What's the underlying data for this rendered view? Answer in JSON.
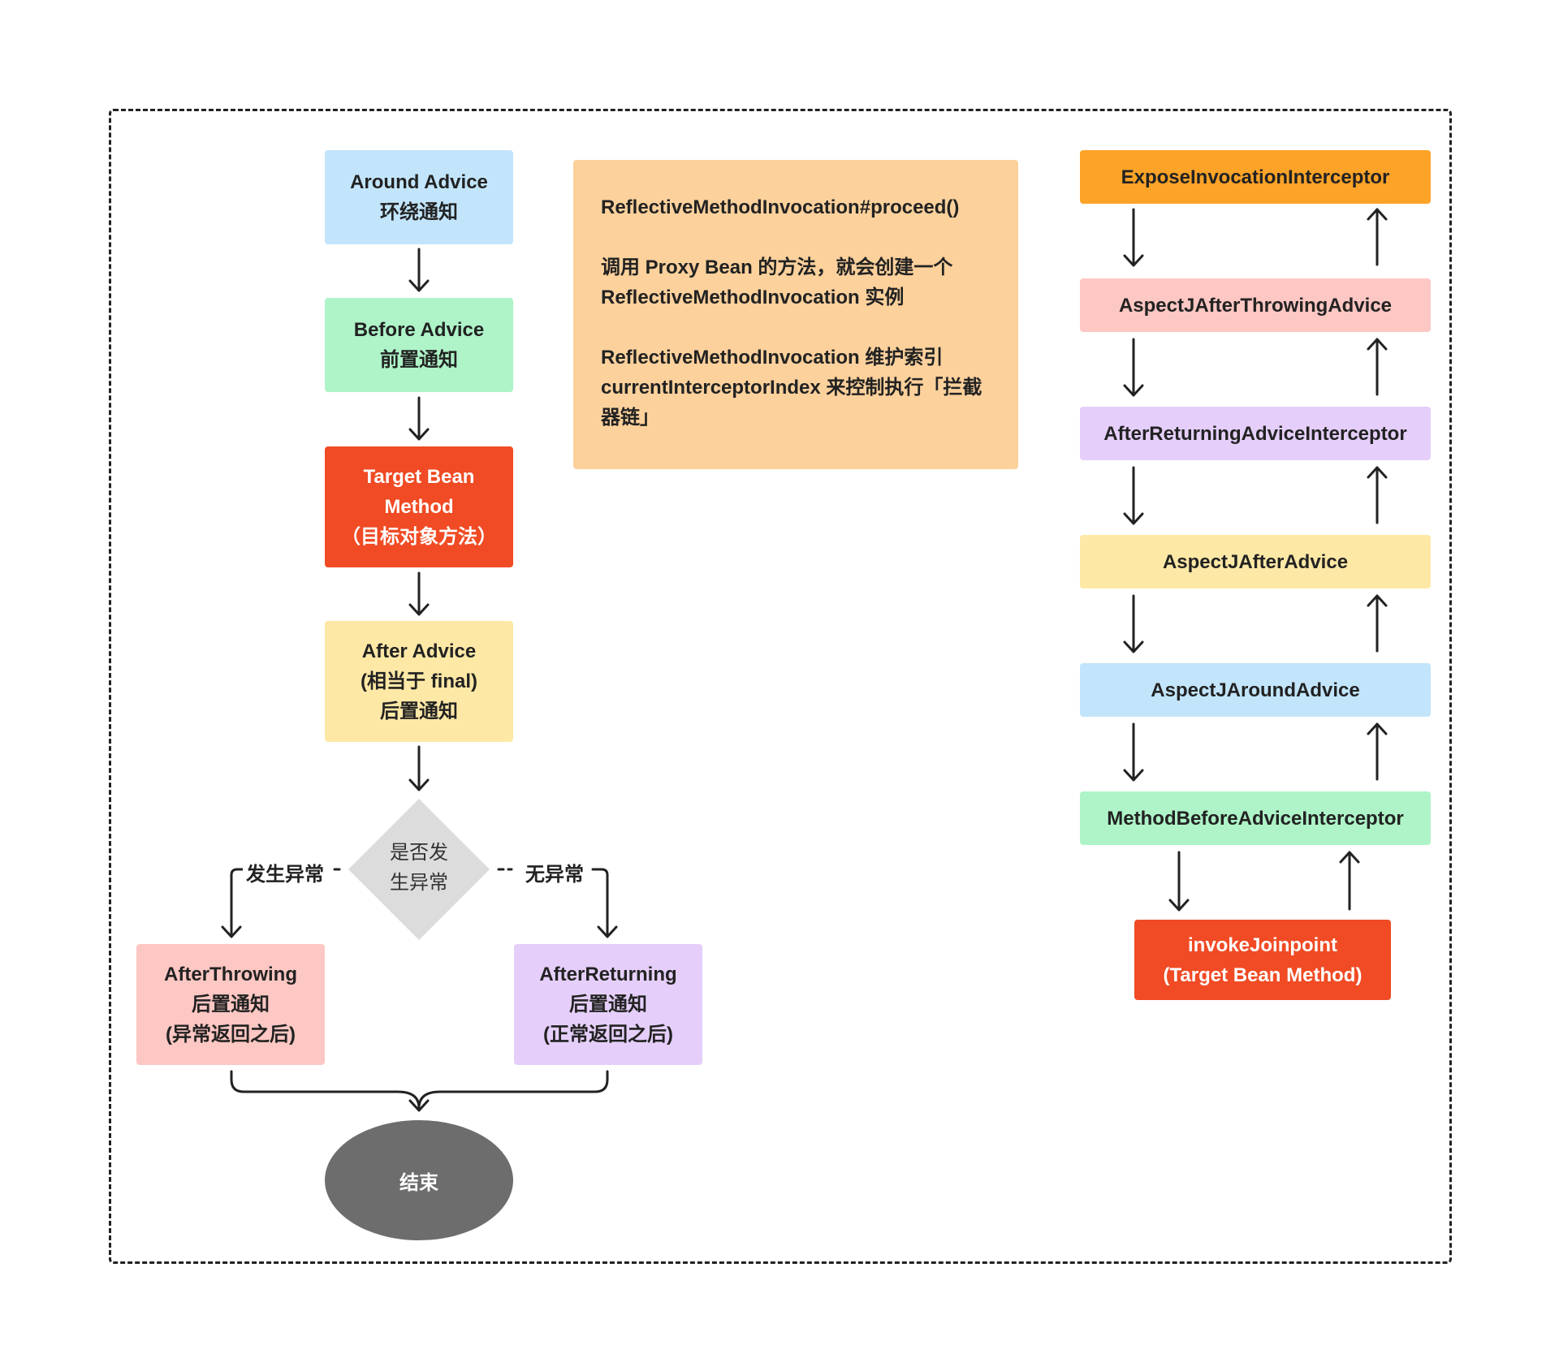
{
  "flow": {
    "around": [
      "Around Advice",
      "环绕通知"
    ],
    "before": [
      "Before Advice",
      "前置通知"
    ],
    "target": [
      "Target Bean",
      "Method",
      "（目标对象方法）"
    ],
    "after": [
      "After Advice",
      "(相当于 final)",
      "后置通知"
    ],
    "decision": [
      "是否发",
      "生异常"
    ],
    "label_exception": "发生异常",
    "label_no_exception": "无异常",
    "after_throwing": [
      "AfterThrowing",
      "后置通知",
      "(异常返回之后)"
    ],
    "after_returning": [
      "AfterReturning",
      "后置通知",
      "(正常返回之后)"
    ],
    "end": "结束"
  },
  "note": {
    "line1": "ReflectiveMethodInvocation#proceed()",
    "line2": "调用 Proxy Bean 的方法，就会创建一个 ReflectiveMethodInvocation 实例",
    "line3": "ReflectiveMethodInvocation 维护索引 currentInterceptorIndex 来控制执行「拦截器链」"
  },
  "chain": {
    "items": [
      "ExposeInvocationInterceptor",
      "AspectJAfterThrowingAdvice",
      "AfterReturningAdviceInterceptor",
      "AspectJAfterAdvice",
      "AspectJAroundAdvice",
      "MethodBeforeAdviceInterceptor"
    ],
    "joinpoint": [
      "invokeJoinpoint",
      "(Target Bean Method)"
    ]
  },
  "colors": {
    "blue": "#c2e5fc",
    "green": "#aef4c8",
    "red": "#f04b24",
    "yellow": "#fee8a6",
    "pink": "#fdc7c3",
    "purple": "#e5cffa",
    "orange": "#fca328",
    "note": "#fcd19c",
    "gray": "#6d6d6d"
  }
}
